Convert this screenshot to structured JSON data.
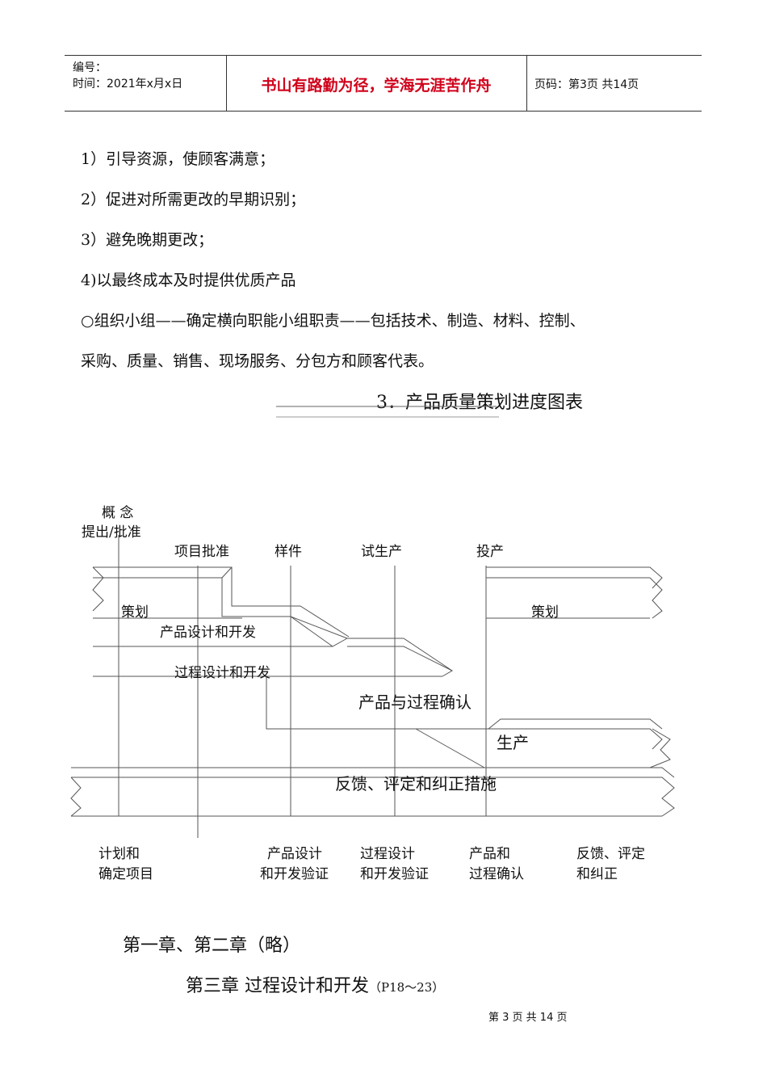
{
  "header": {
    "serial_label": "编号：",
    "time_label": "时间：2021年x月x日",
    "motto": "书山有路勤为径，学海无涯苦作舟",
    "page_label": "页码：第3页  共14页"
  },
  "body_lines": [
    "1）引导资源，使顾客满意；",
    "2）促进对所需更改的早期识别；",
    "3）避免晚期更改；",
    "4)以最终成本及时提供优质产品",
    "○组织小组——确定横向职能小组职责——包括技术、制造、材料、控制、",
    "采购、质量、销售、现场服务、分包方和顾客代表。"
  ],
  "section_title": "3．产品质量策划进度图表",
  "diagram": {
    "top_labels": {
      "concept_1": "概  念",
      "concept_2": "提出/批准",
      "project_approval": "项目批准",
      "prototype": "样件",
      "pilot": "试生产",
      "launch": "投产"
    },
    "band_labels": {
      "planning_left": "策划",
      "planning_right": "策划",
      "product_design": "产品设计和开发",
      "process_design": "过程设计和开发",
      "validation": "产品与过程确认",
      "production": "生产",
      "feedback": "反馈、评定和纠正措施"
    },
    "bottom_labels": [
      [
        "计划和",
        "确定项目"
      ],
      [
        "产品设计",
        "和开发验证"
      ],
      [
        "过程设计",
        "和开发验证"
      ],
      [
        "产品和",
        "过程确认"
      ],
      [
        "反馈、评定",
        "和纠正"
      ]
    ]
  },
  "chapters": {
    "line1": "第一章、第二章（略）",
    "line2": "第三章  过程设计和开发",
    "line2_pages": "（P18～23）"
  },
  "footer": "第 3 页 共 14 页"
}
